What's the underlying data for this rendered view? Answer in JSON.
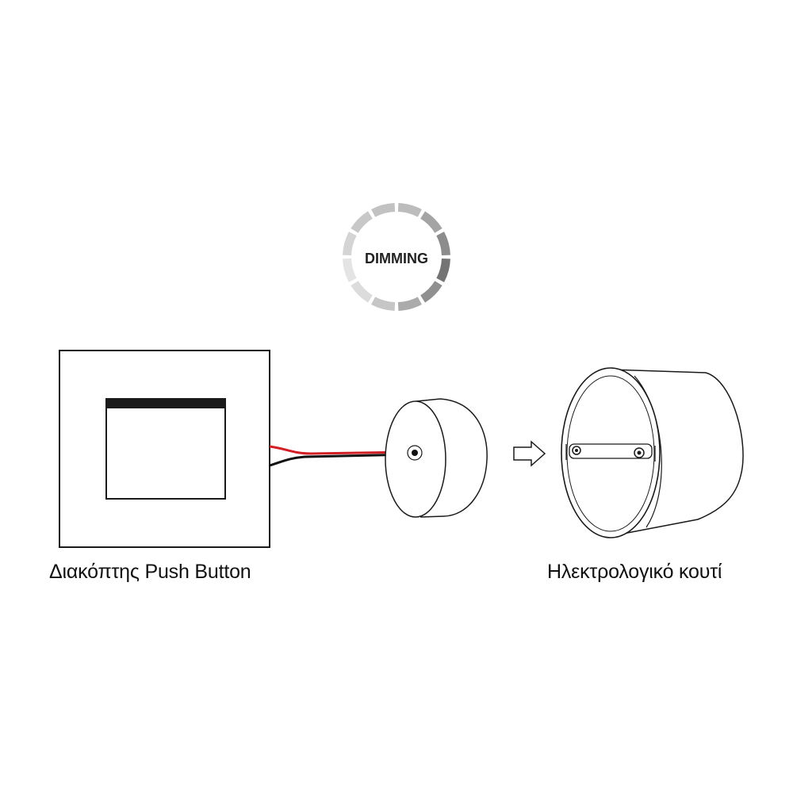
{
  "dimming_badge": {
    "label": "DIMMING",
    "segment_colors": [
      "#bcbcbc",
      "#a4a4a4",
      "#8c8c8c",
      "#747474",
      "#909090",
      "#ababab",
      "#c6c6c6",
      "#dcdcdc",
      "#e4e4e4",
      "#d4d4d4",
      "#c8c8c8",
      "#c2c2c2"
    ]
  },
  "push_button_switch": {
    "caption": "Διακόπτης Push Button"
  },
  "wire_colors": {
    "positive": "#d21f26",
    "negative": "#111111"
  },
  "electrical_box": {
    "caption": "Ηλεκτρολογικό κουτί"
  },
  "icons": [
    "dimming-ring-icon",
    "arrow-right-icon"
  ]
}
